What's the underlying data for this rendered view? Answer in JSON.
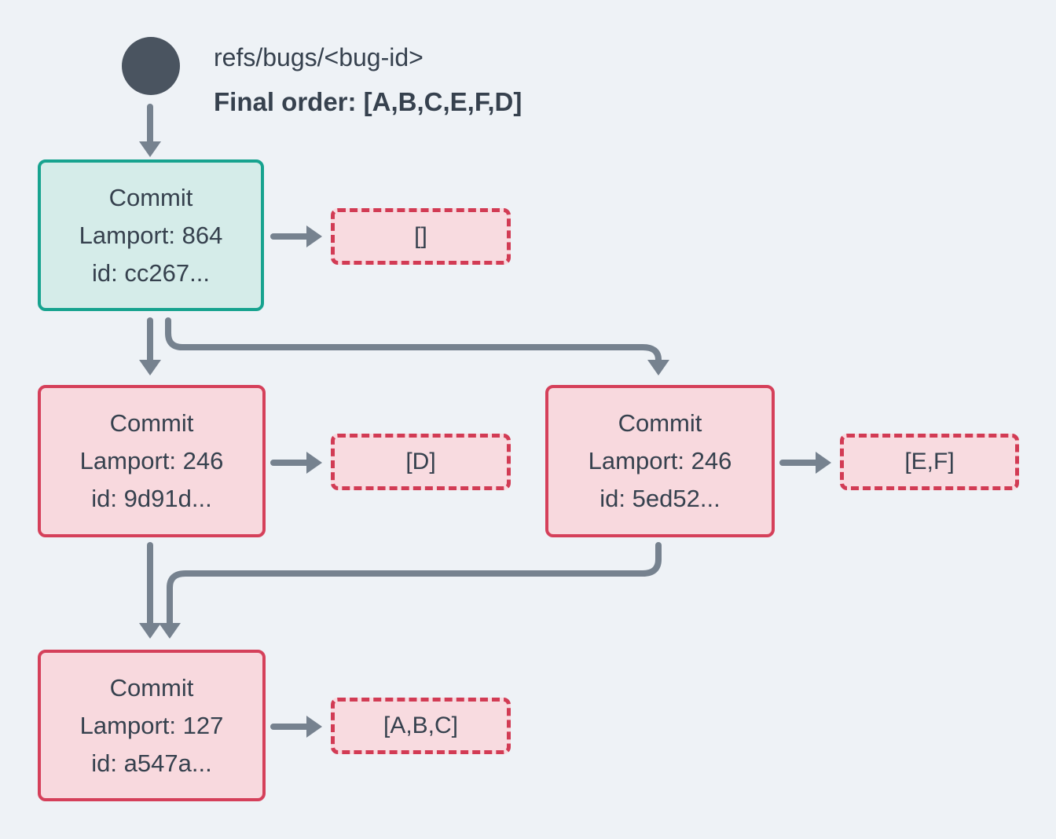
{
  "header": {
    "ref_label": "refs/bugs/<bug-id>",
    "final_order": "Final order: [A,B,C,E,F,D]"
  },
  "nodes": {
    "root": {
      "title": "Commit",
      "lamport": "Lamport: 864",
      "id": "id: cc267...",
      "payload": "[]"
    },
    "left": {
      "title": "Commit",
      "lamport": "Lamport: 246",
      "id": "id: 9d91d...",
      "payload": "[D]"
    },
    "right": {
      "title": "Commit",
      "lamport": "Lamport: 246",
      "id": "id: 5ed52...",
      "payload": "[E,F]"
    },
    "bottom": {
      "title": "Commit",
      "lamport": "Lamport: 127",
      "id": "id: a547a...",
      "payload": "[A,B,C]"
    }
  },
  "colors": {
    "background": "#EEF2F6",
    "arrow": "#76828F",
    "ref_circle": "#4A5460",
    "text": "#36414E",
    "teal_border": "#17A38F",
    "teal_fill": "#D5ECE9",
    "pink_border": "#D5405A",
    "pink_fill": "#F8D9DE",
    "payload_border": "#D23B54",
    "payload_fill": "#F8DBE0"
  }
}
